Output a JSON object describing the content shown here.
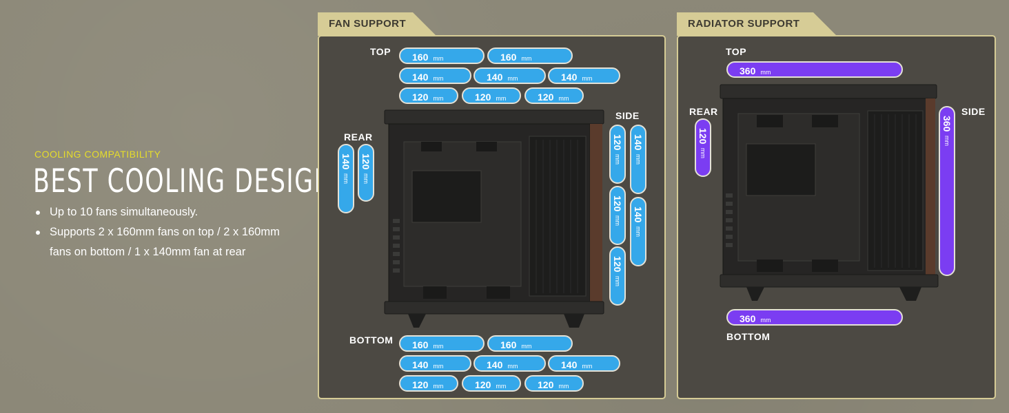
{
  "intro": {
    "eyebrow": "COOLING COMPATIBILITY",
    "headline": "BEST COOLING DESIGN",
    "bullets": [
      "Up to 10 fans simultaneously.",
      "Supports  2 x 160mm fans on top / 2 x 160mm fans on bottom / 1 x 140mm fan at rear"
    ]
  },
  "fan_support": {
    "title": "FAN SUPPORT",
    "unit": "mm",
    "top_label": "TOP",
    "top": [
      "160",
      "160",
      "140",
      "140",
      "140",
      "120",
      "120",
      "120"
    ],
    "rear_label": "REAR",
    "rear": [
      "140",
      "120"
    ],
    "side_label": "SIDE",
    "side": [
      "120",
      "140",
      "120",
      "140",
      "120"
    ],
    "bottom_label": "BOTTOM",
    "bottom": [
      "160",
      "160",
      "140",
      "140",
      "140",
      "120",
      "120",
      "120"
    ]
  },
  "radiator_support": {
    "title": "RADIATOR SUPPORT",
    "unit": "mm",
    "top_label": "TOP",
    "top": [
      "360"
    ],
    "rear_label": "REAR",
    "rear": [
      "120"
    ],
    "side_label": "SIDE",
    "side": [
      "360"
    ],
    "bottom_label": "BOTTOM",
    "bottom": [
      "360"
    ]
  },
  "colors": {
    "fan_pill": "#35a8ea",
    "radiator_pill": "#7b3df2",
    "accent": "#e6dd2a",
    "tab": "#d6cc96"
  }
}
